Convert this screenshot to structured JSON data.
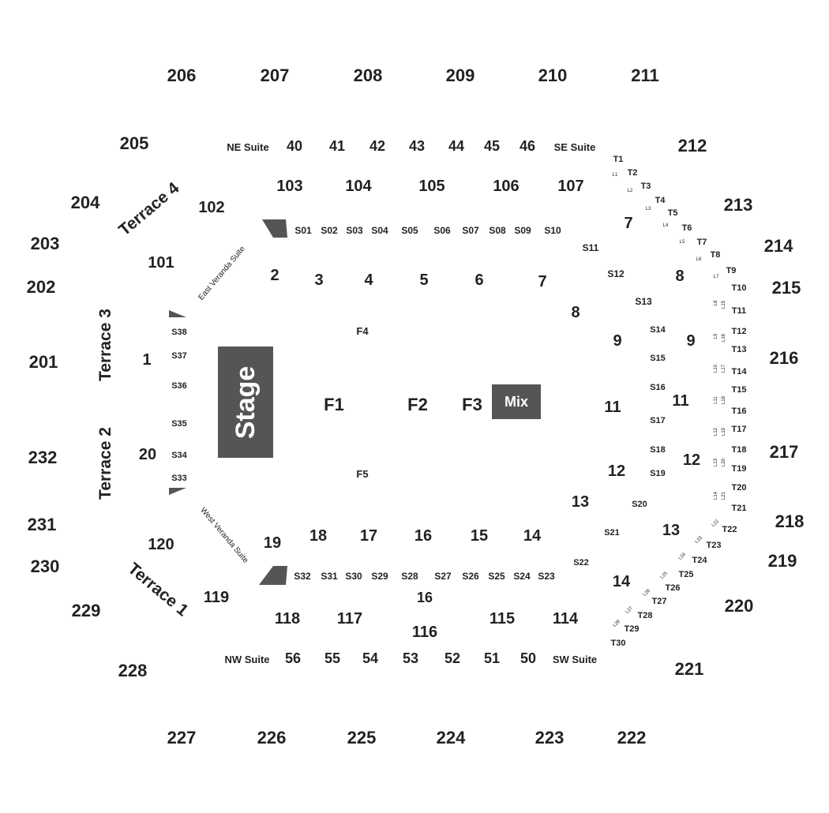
{
  "outer_top": [
    "206",
    "207",
    "208",
    "209",
    "210",
    "211"
  ],
  "outer_left": [
    "205",
    "204",
    "203",
    "202",
    "201",
    "232",
    "231",
    "230",
    "229",
    "228"
  ],
  "outer_right": [
    "212",
    "213",
    "214",
    "215",
    "216",
    "217",
    "218",
    "219",
    "220",
    "221"
  ],
  "outer_bottom": [
    "227",
    "226",
    "225",
    "224",
    "223",
    "222"
  ],
  "suites_top": {
    "left": "NE Suite",
    "numbers": [
      "40",
      "41",
      "42",
      "43",
      "44",
      "45",
      "46"
    ],
    "right": "SE Suite"
  },
  "suites_bottom": {
    "left": "NW Suite",
    "numbers": [
      "56",
      "55",
      "54",
      "53",
      "52",
      "51",
      "50"
    ],
    "right": "SW Suite"
  },
  "lower_top": [
    "103",
    "104",
    "105",
    "106",
    "107"
  ],
  "lower_bottom": [
    "118",
    "117",
    "116",
    "115",
    "114"
  ],
  "lower_left": [
    "102",
    "101",
    "120",
    "119"
  ],
  "terraces": [
    "Terrace 4",
    "Terrace 3",
    "Terrace 2",
    "Terrace 1"
  ],
  "verandas": [
    "East Veranda Suite",
    "West Veranda Suite"
  ],
  "boxes_top": [
    "S01",
    "S02",
    "S03",
    "S04",
    "S05",
    "S06",
    "S07",
    "S08",
    "S09",
    "S10"
  ],
  "boxes_bottom": [
    "S32",
    "S31",
    "S30",
    "S29",
    "S28",
    "S27",
    "S26",
    "S25",
    "S24",
    "S23"
  ],
  "boxes_left": [
    "S38",
    "S37",
    "S36",
    "S35",
    "S34",
    "S33"
  ],
  "boxes_right": [
    "S11",
    "S12",
    "S13",
    "S14",
    "S15",
    "S16",
    "S17",
    "S18",
    "S19",
    "S20",
    "S21",
    "S22"
  ],
  "floor_top": [
    "2",
    "3",
    "4",
    "5",
    "6",
    "7"
  ],
  "floor_bottom": [
    "19",
    "18",
    "17",
    "16",
    "15",
    "14"
  ],
  "floor_left": [
    "1",
    "20"
  ],
  "floor_right": [
    "7",
    "8",
    "9",
    "11",
    "12",
    "13",
    "14"
  ],
  "floor_right_outer": [
    "8",
    "9",
    "11",
    "12",
    "13"
  ],
  "field": {
    "f1": "F1",
    "f2": "F2",
    "f3": "F3",
    "f4": "F4",
    "f5": "F5",
    "sec16": "16"
  },
  "stage_label": "Stage",
  "mix_label": "Mix",
  "t_rows": [
    "T1",
    "T2",
    "T3",
    "T4",
    "T5",
    "T6",
    "T7",
    "T8",
    "T9",
    "T10",
    "T11",
    "T12",
    "T13",
    "T14",
    "T15",
    "T16",
    "T17",
    "T18",
    "T19",
    "T20",
    "T21",
    "T22",
    "T23",
    "T24",
    "T25",
    "T26",
    "T27",
    "T28",
    "T29",
    "T30"
  ],
  "l_rows": [
    "L1",
    "L2",
    "L3",
    "L4",
    "L5",
    "L6",
    "L7",
    "L8",
    "L15",
    "L9",
    "L16",
    "L10",
    "L17",
    "L11",
    "L18",
    "L12",
    "L19",
    "L13",
    "L20",
    "L14",
    "L21",
    "L22",
    "L23",
    "L24",
    "L25",
    "L26",
    "L27",
    "L28"
  ]
}
